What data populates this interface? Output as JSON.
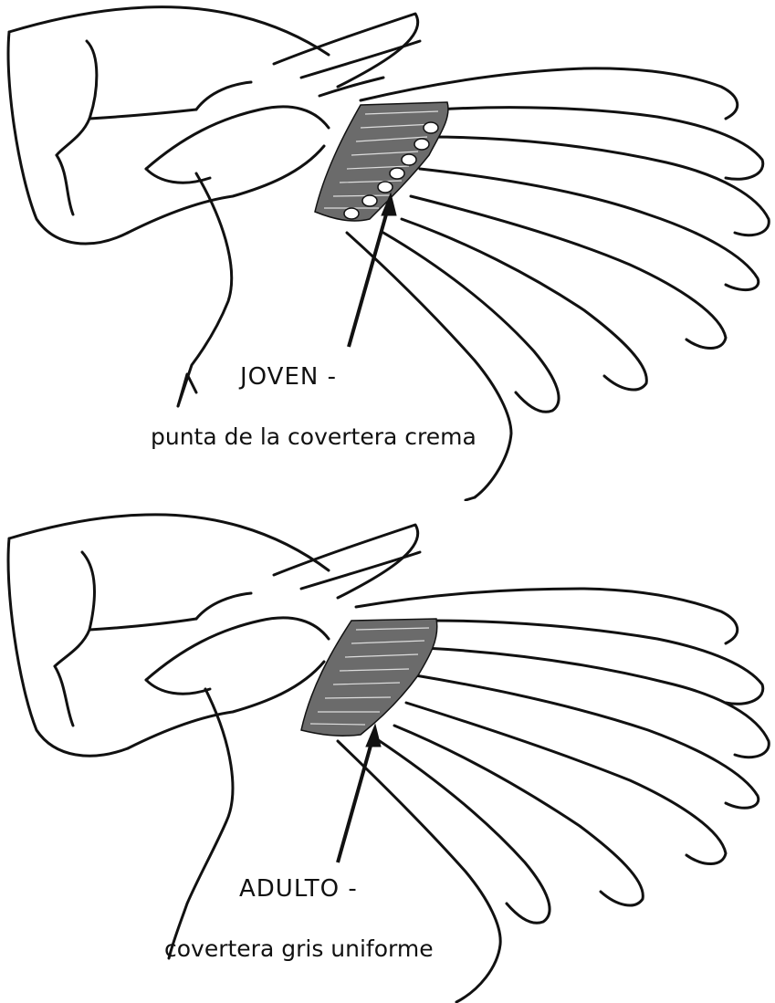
{
  "panels": [
    {
      "label": "JOVEN -",
      "caption": "punta de la covertera crema"
    },
    {
      "label": "ADULTO -",
      "caption": "covertera gris uniforme"
    }
  ],
  "colors": {
    "ink": "#111111",
    "paper": "#ffffff",
    "covert_fill": "#6b6b6b",
    "covert_tip": "#ffffff"
  },
  "icons": [
    "hand-holding-wing-illustration",
    "arrow-icon"
  ]
}
